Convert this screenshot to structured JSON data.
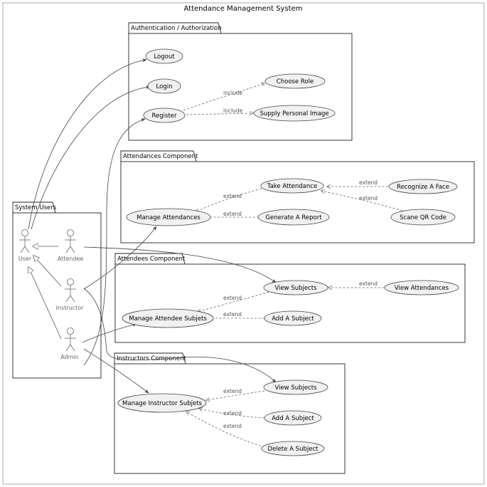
{
  "title": "Attendance Management System",
  "packages": {
    "auth": "Authentication / Authorization",
    "attendances": "Attendances Component",
    "attendees": "Attendees Component",
    "instructors": "Instructors Component",
    "users": "System Users"
  },
  "actors": {
    "user": "User",
    "attendee": "Attendee",
    "instructor": "Instructor",
    "admin": "Admin"
  },
  "usecases": {
    "logout": "Logout",
    "login": "Login",
    "register": "Register",
    "choose_role": "Choose Role",
    "supply_image": "Supply Personal Image",
    "take_attendance": "Take Attendance",
    "recognize_face": "Recognize A Face",
    "manage_attendances": "Manage Attendances",
    "generate_report": "Generate A Report",
    "scan_qr": "Scane QR Code",
    "view_subjects_att": "View Subjects",
    "view_attendances": "View Attendances",
    "manage_attendee_subjects": "Manage Attendee Subjets",
    "add_subject_att": "Add A Subject",
    "view_subjects_ins": "View Subjects",
    "manage_instructor_subjects": "Manage Instructor Subjets",
    "add_subject_ins": "Add A Subject",
    "delete_subject": "Delete A Subject"
  },
  "relations": {
    "include": "include",
    "extend": "extend"
  }
}
